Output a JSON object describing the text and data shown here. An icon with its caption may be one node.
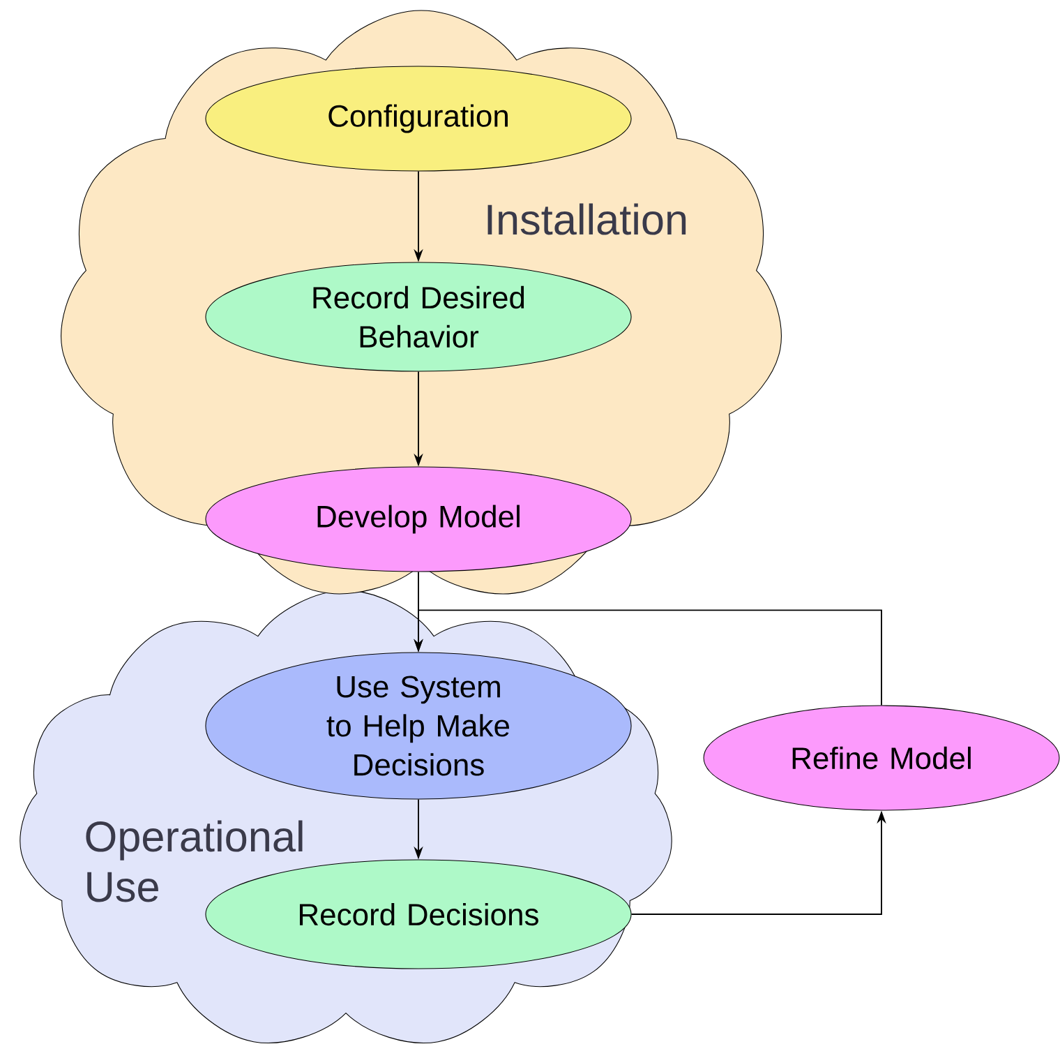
{
  "diagram": {
    "nodes": [
      {
        "text": [
          "Installation"
        ]
      },
      {
        "text": [
          "Configuration"
        ],
        "in": 0
      },
      {
        "text": [
          "Record Desired Behavior"
        ],
        "in": 0
      },
      {
        "text": [
          "Develop Model"
        ],
        "in": 0
      },
      {
        "text": [
          "Operational Use"
        ]
      },
      {
        "text": [
          "Use System to Help Make Decisions"
        ],
        "in": 4
      },
      {
        "text": [
          "Record Decisions"
        ],
        "in": 4
      },
      {
        "text": [
          "Refine Model"
        ]
      }
    ],
    "edges": [
      {
        "from": 1,
        "to": 2,
        "arrow": "to"
      },
      {
        "from": 2,
        "to": 3,
        "arrow": "to"
      },
      {
        "from": 3,
        "to": 5,
        "arrow": "to"
      },
      {
        "from": 5,
        "to": 6,
        "arrow": "to"
      },
      {
        "from": 6,
        "to": 7,
        "arrow": "to"
      },
      {
        "from": 7,
        "to": 5,
        "arrow": "to"
      }
    ]
  }
}
